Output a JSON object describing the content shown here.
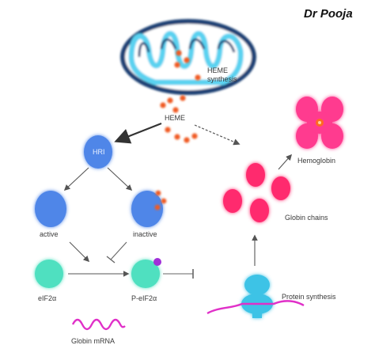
{
  "watermark": "Dr Pooja",
  "colors": {
    "mito_outer": "#1b3f73",
    "mito_inner": "#5ad2f0",
    "mito_fill": "#ffffff",
    "heme_dot": "#f05a22",
    "blue_node": "#4f86e8",
    "teal_node": "#4fe0c0",
    "phosphate": "#a030d8",
    "globin": "#ff2a6e",
    "hemoglobin": "#ff3a8f",
    "heme_core": "#ff6a20",
    "mrna": "#e030c8",
    "ribosome": "#3ec3e6",
    "arrow": "#555555",
    "inhibit": "#666666"
  },
  "labels": {
    "heme_synthesis_line1": "HEME",
    "heme_synthesis_line2": "synthesis",
    "heme": "HEME",
    "hri": "HRI",
    "active": "active",
    "inactive": "inactive",
    "eif2a": "eIF2α",
    "p_eif2a": "P-eIF2α",
    "globin_mrna": "Globin mRNA",
    "hemoglobin": "Hemoglobin",
    "globin_chains": "Globin chains",
    "protein_synthesis": "Protein synthesis"
  }
}
